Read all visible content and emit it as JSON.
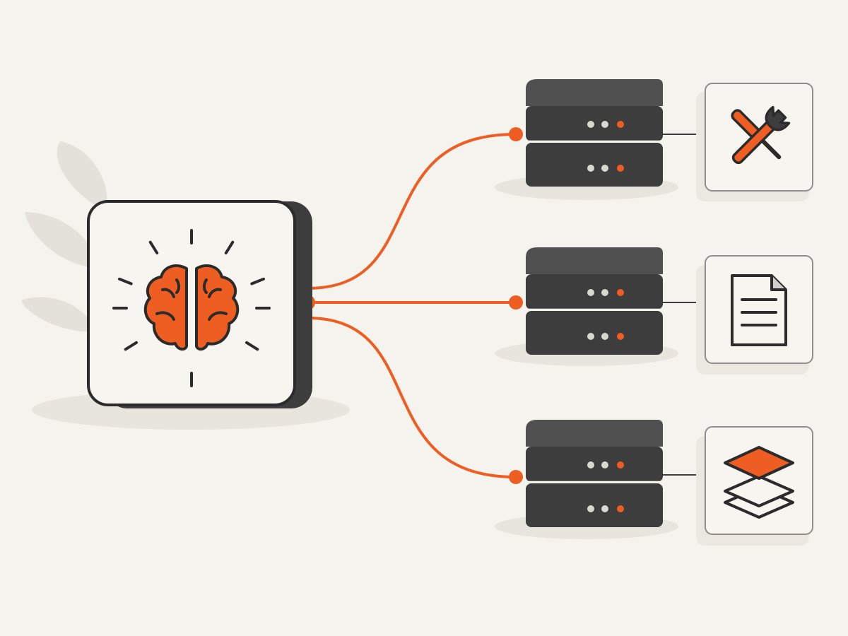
{
  "colors": {
    "background": "#f5f3ee",
    "accent": "#ee5e23",
    "dark": "#3d3d3d",
    "outline": "#2b2b2b",
    "card": "#f7f5f0",
    "foliage": "#e4e1db"
  },
  "hub": {
    "icon": "brain-icon",
    "rays": 10
  },
  "connectors": [
    {
      "target": "server-1"
    },
    {
      "target": "server-2"
    },
    {
      "target": "server-3"
    }
  ],
  "servers": [
    {
      "id": "server-1",
      "tool_icon": "wrench-screwdriver-icon"
    },
    {
      "id": "server-2",
      "tool_icon": "document-icon"
    },
    {
      "id": "server-3",
      "tool_icon": "layers-icon"
    }
  ]
}
